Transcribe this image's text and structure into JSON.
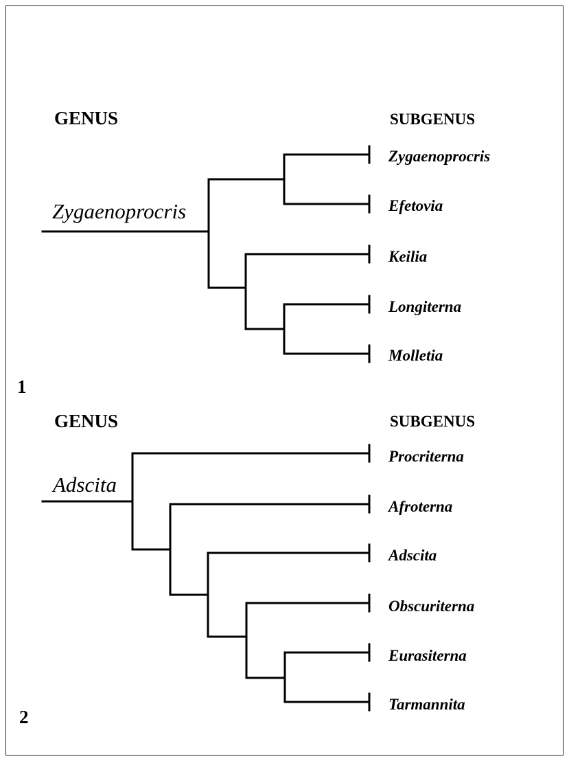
{
  "figures": [
    {
      "number": "1",
      "genus_header": "GENUS",
      "subgenus_header": "SUBGENUS",
      "genus": "Zygaenoprocris",
      "subgenera": [
        "Zygaenoprocris",
        "Efetovia",
        "Keilia",
        "Longiterna",
        "Molletia"
      ]
    },
    {
      "number": "2",
      "genus_header": "GENUS",
      "subgenus_header": "SUBGENUS",
      "genus": "Adscita",
      "subgenera": [
        "Procriterna",
        "Afroterna",
        "Adscita",
        "Obscuriterna",
        "Eurasiterna",
        "Tarmannita"
      ]
    }
  ]
}
